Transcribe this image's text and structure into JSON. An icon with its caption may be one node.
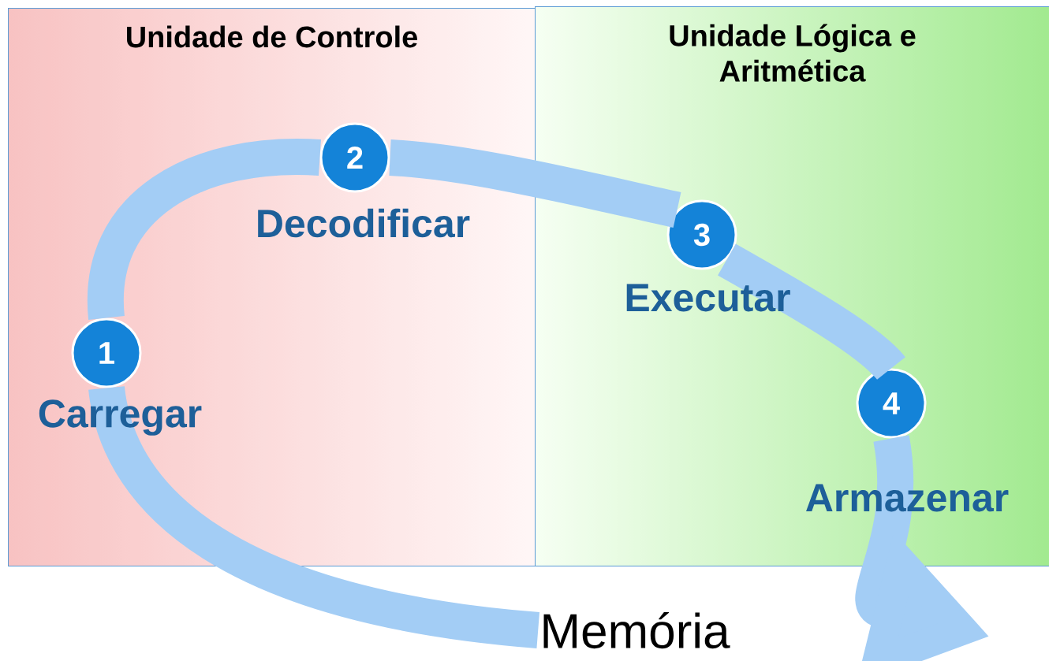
{
  "diagram": {
    "nodes": [
      {
        "text": [
          "Unidade de Controle"
        ]
      },
      {
        "text": [
          "Unidade Lógica e Aritmética"
        ]
      },
      {
        "text": [
          "1"
        ],
        "beside": [
          "Carregar"
        ],
        "in": 0
      },
      {
        "text": [
          "2"
        ],
        "beside": [
          "Decodificar"
        ],
        "in": 0
      },
      {
        "text": [
          "3"
        ],
        "beside": [
          "Executar"
        ],
        "in": 1
      },
      {
        "text": [
          "4"
        ],
        "beside": [
          "Armazenar"
        ],
        "in": 1
      },
      {
        "text": [
          "Memória"
        ]
      }
    ],
    "edges": [
      {
        "from": 6,
        "to": 2,
        "arrow": "none"
      },
      {
        "from": 2,
        "to": 3,
        "arrow": "none"
      },
      {
        "from": 3,
        "to": 4,
        "arrow": "none"
      },
      {
        "from": 4,
        "to": 5,
        "arrow": "none"
      },
      {
        "from": 5,
        "to": null,
        "arrow": "to"
      }
    ]
  }
}
